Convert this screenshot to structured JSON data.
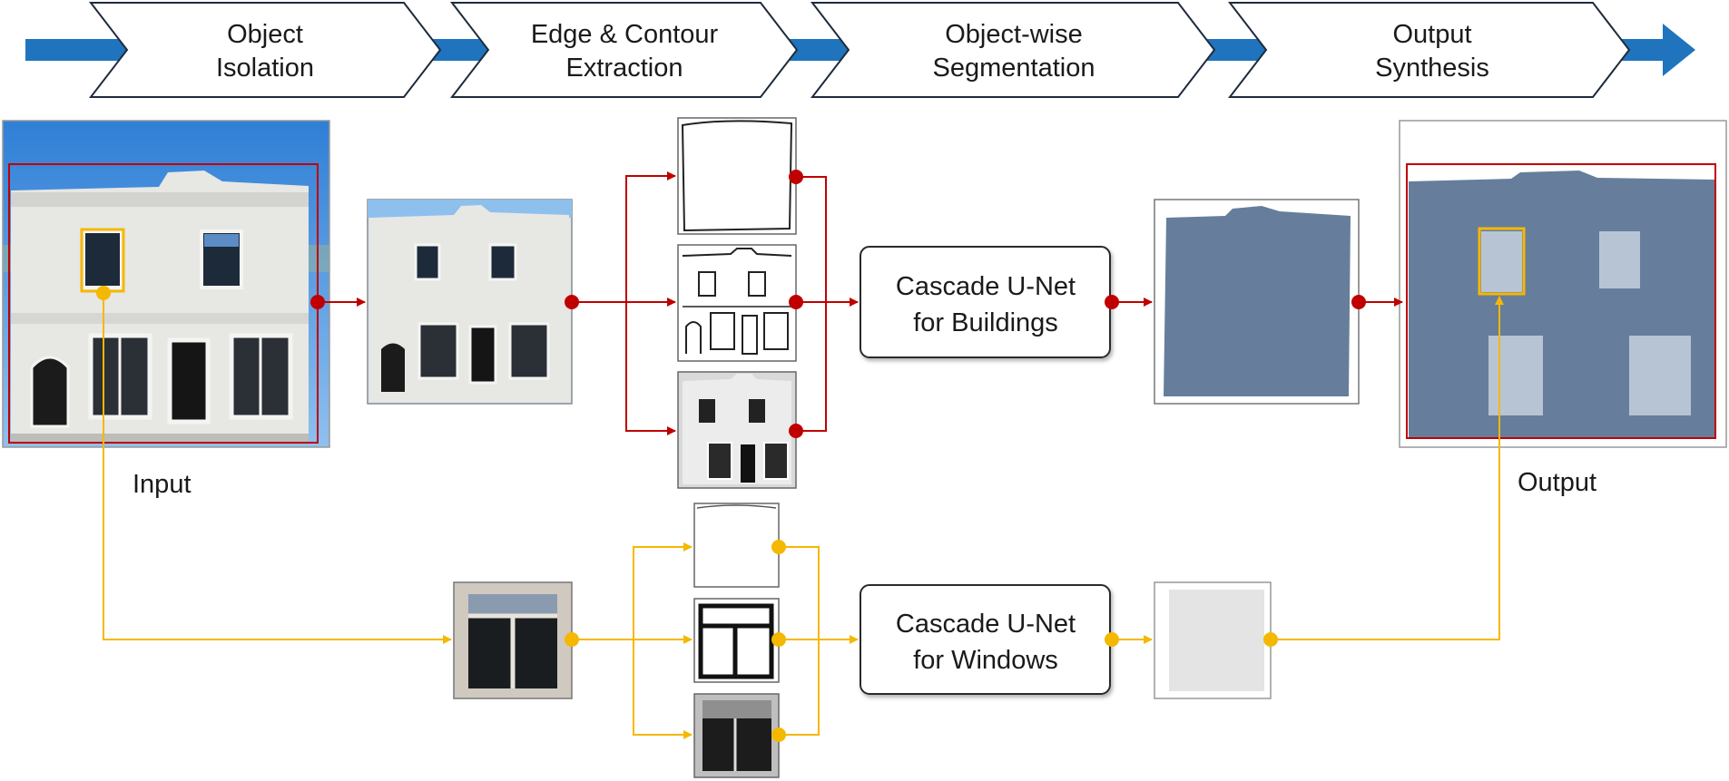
{
  "stages": [
    {
      "line1": "Object",
      "line2": "Isolation"
    },
    {
      "line1": "Edge & Contour",
      "line2": "Extraction"
    },
    {
      "line1": "Object-wise",
      "line2": "Segmentation"
    },
    {
      "line1": "Output",
      "line2": "Synthesis"
    }
  ],
  "buildings_net": {
    "line1": "Cascade U-Net",
    "line2": "for Buildings"
  },
  "windows_net": {
    "line1": "Cascade U-Net",
    "line2": "for Windows"
  },
  "labels": {
    "input": "Input",
    "output": "Output"
  },
  "colors": {
    "stage_arrow": "#1f74bd",
    "building_path": "#c00000",
    "window_path": "#f5b800",
    "mask_blue": "#667e9c",
    "mask_window": "#b7c4d4",
    "sky": "#3a86d8",
    "facade": "#e6e6e3"
  }
}
